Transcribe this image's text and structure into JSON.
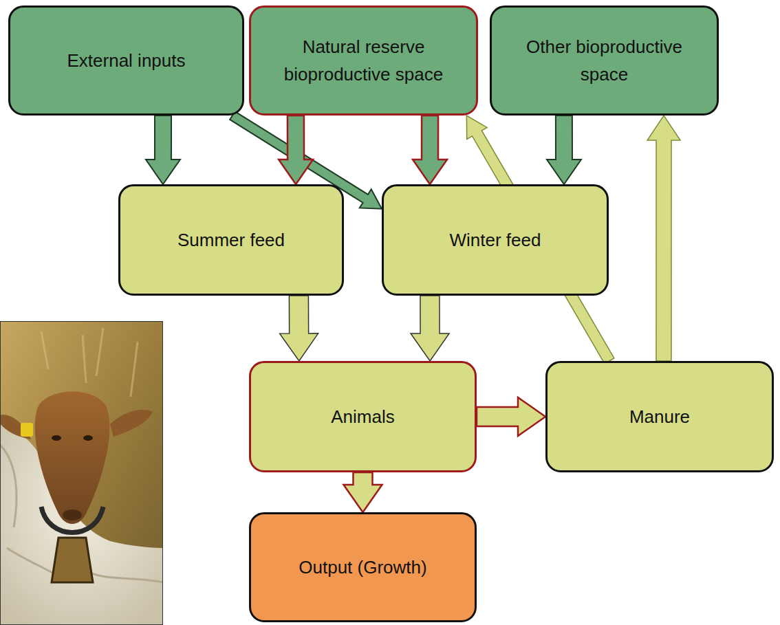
{
  "diagram": {
    "nodes": [
      {
        "text": [
          "External inputs"
        ]
      },
      {
        "text": [
          "Natural reserve bioproductive space"
        ]
      },
      {
        "text": [
          "Other bioproductive space"
        ]
      },
      {
        "text": [
          "Summer feed"
        ]
      },
      {
        "text": [
          "Winter feed"
        ]
      },
      {
        "text": [
          "Animals"
        ]
      },
      {
        "text": [
          "Manure"
        ]
      },
      {
        "text": [
          "Output (Growth)"
        ]
      }
    ],
    "edges": [
      {
        "from": 0,
        "to": 3,
        "arrow": "to"
      },
      {
        "from": 0,
        "to": 4,
        "arrow": "to"
      },
      {
        "from": 1,
        "to": 3,
        "arrow": "to"
      },
      {
        "from": 1,
        "to": 4,
        "arrow": "to"
      },
      {
        "from": 2,
        "to": 4,
        "arrow": "to"
      },
      {
        "from": 3,
        "to": 5,
        "arrow": "to"
      },
      {
        "from": 4,
        "to": 5,
        "arrow": "to"
      },
      {
        "from": 5,
        "to": 6,
        "arrow": "to"
      },
      {
        "from": 5,
        "to": 7,
        "arrow": "to"
      },
      {
        "from": 6,
        "to": 1,
        "arrow": "to"
      },
      {
        "from": 6,
        "to": 2,
        "arrow": "to"
      }
    ]
  }
}
